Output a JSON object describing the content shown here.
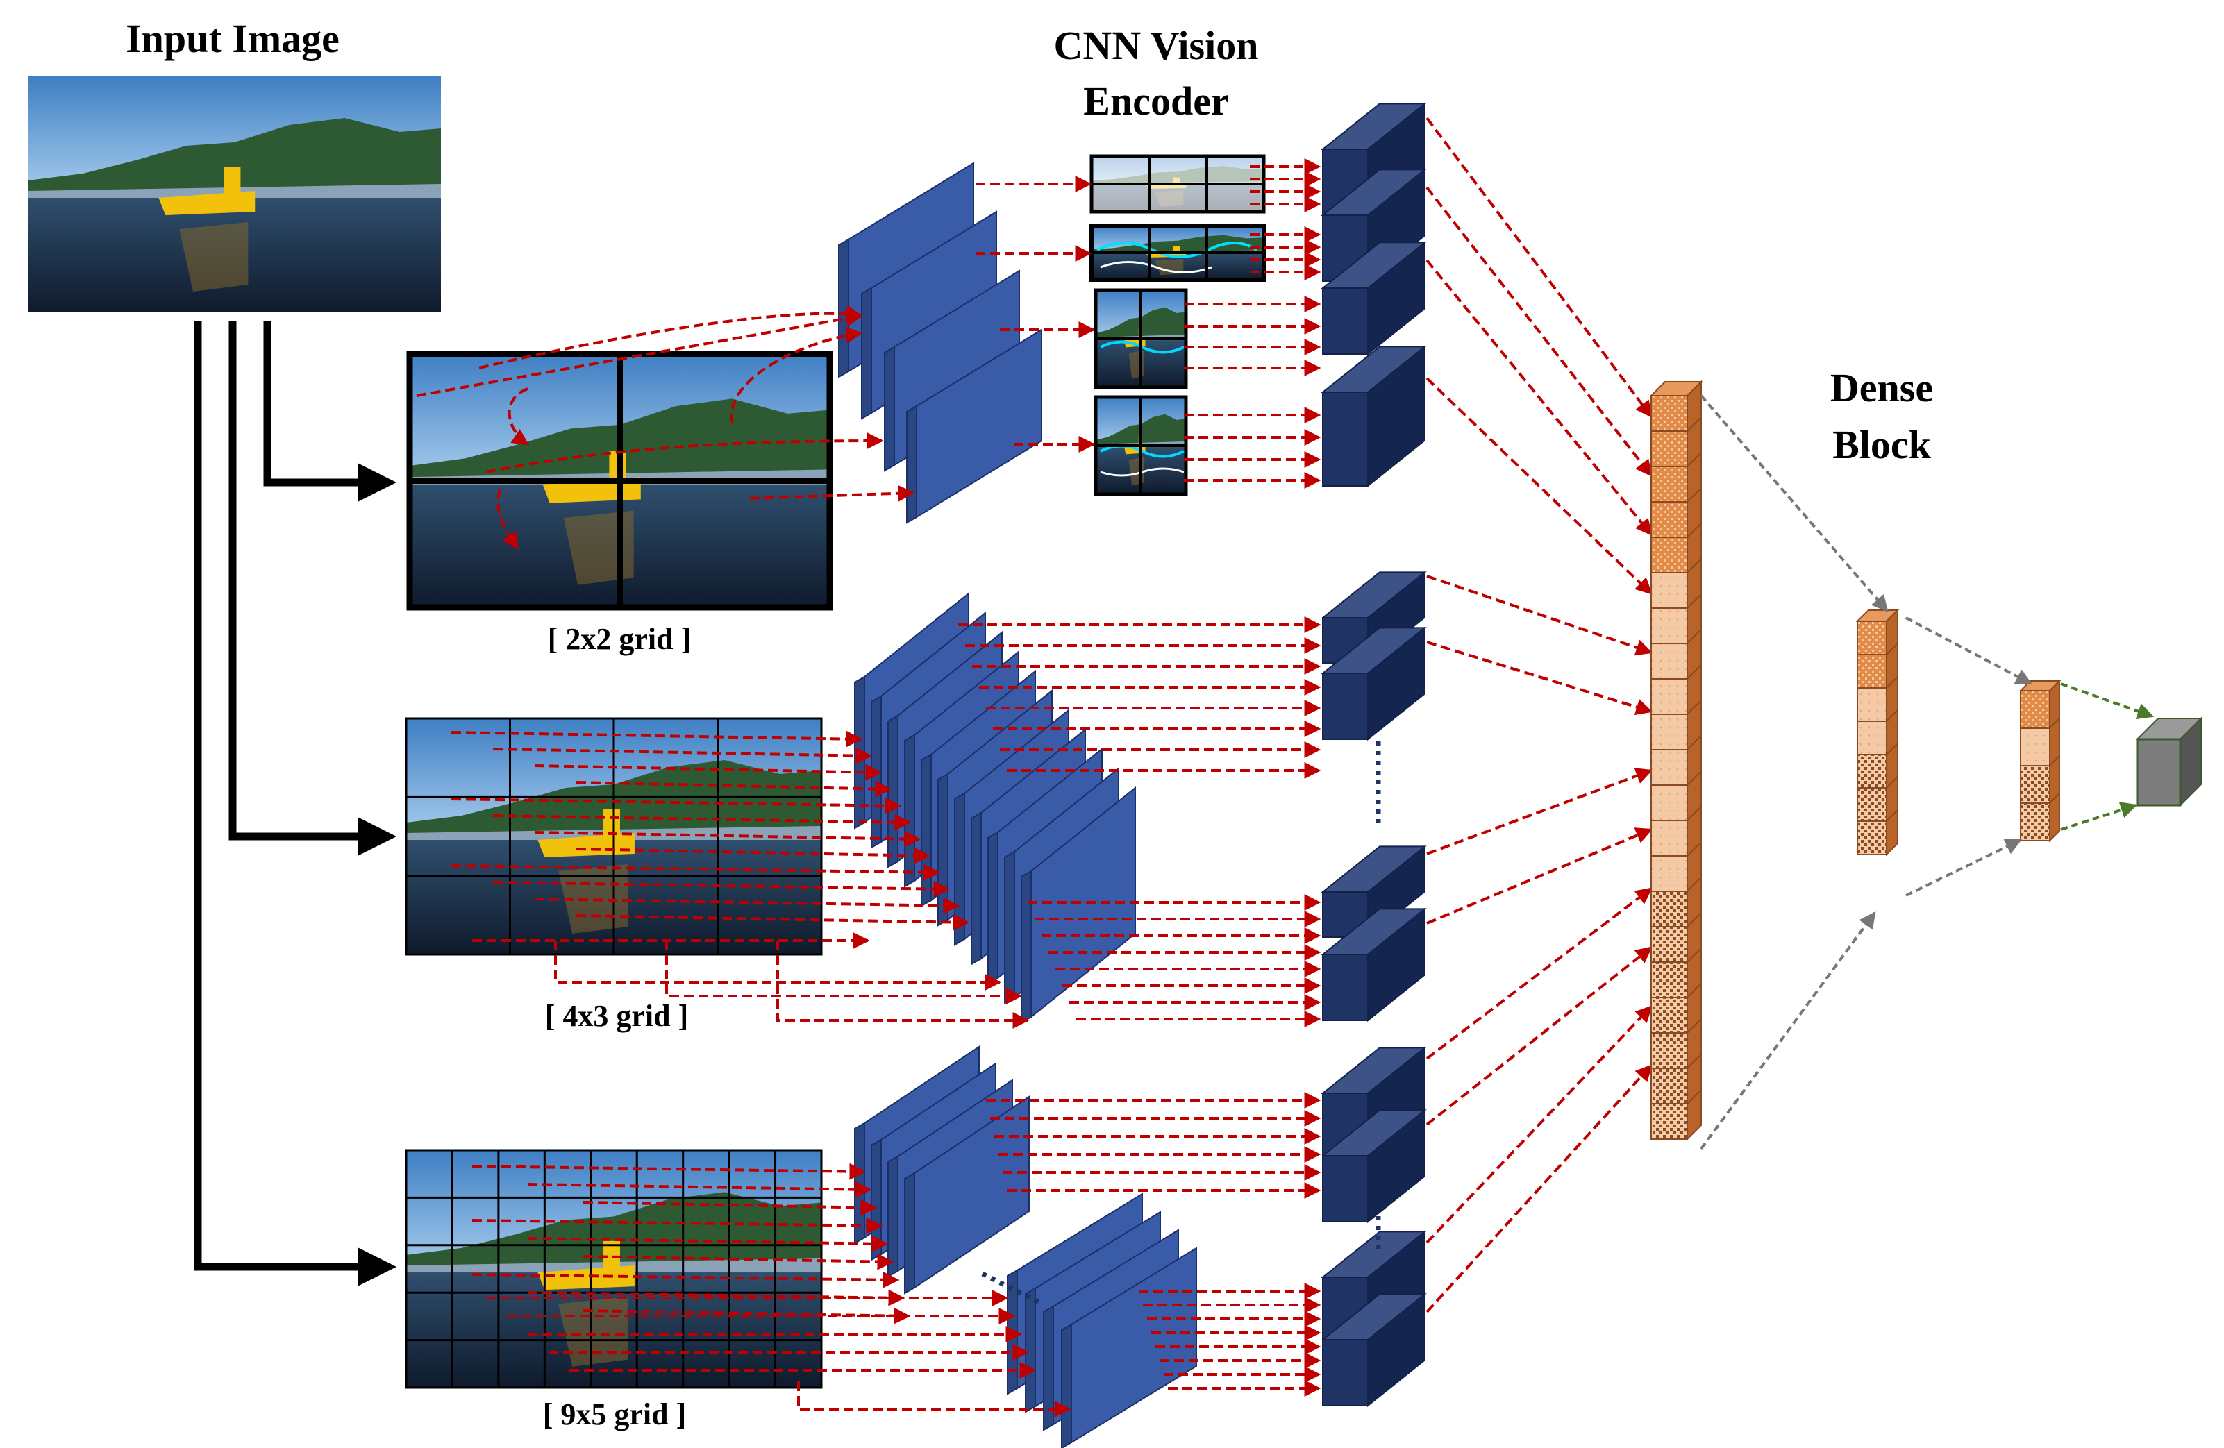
{
  "titles": {
    "input_image": "Input Image",
    "encoder_line1": "CNN Vision",
    "encoder_line2": "Encoder",
    "dense_line1": "Dense",
    "dense_line2": "Block"
  },
  "grids": [
    {
      "label": "[ 2x2 grid ]",
      "cols": 2,
      "rows": 2
    },
    {
      "label": "[ 4x3 grid ]",
      "cols": 4,
      "rows": 3
    },
    {
      "label": "[ 9x5 grid ]",
      "cols": 9,
      "rows": 5
    }
  ],
  "colors": {
    "arrow_red": "#c00000",
    "arrow_black": "#000000",
    "conv_blue": "#3a5ba8",
    "feature_navy": "#1f3364",
    "dense_orange": "#d07a38",
    "dense_light": "#f4c9a6",
    "output_green": "#7a7a7a",
    "sky": "#4b86c6",
    "sea": "#1d2f4a",
    "submarine": "#f2c10c"
  },
  "icons": {
    "input_image": "harbor-submarine-photo",
    "conv_layers": "cnn-filter-stack",
    "feature_blocks": "feature-vector-cube",
    "dense_column": "dense-concat-column",
    "output": "output-cube"
  }
}
